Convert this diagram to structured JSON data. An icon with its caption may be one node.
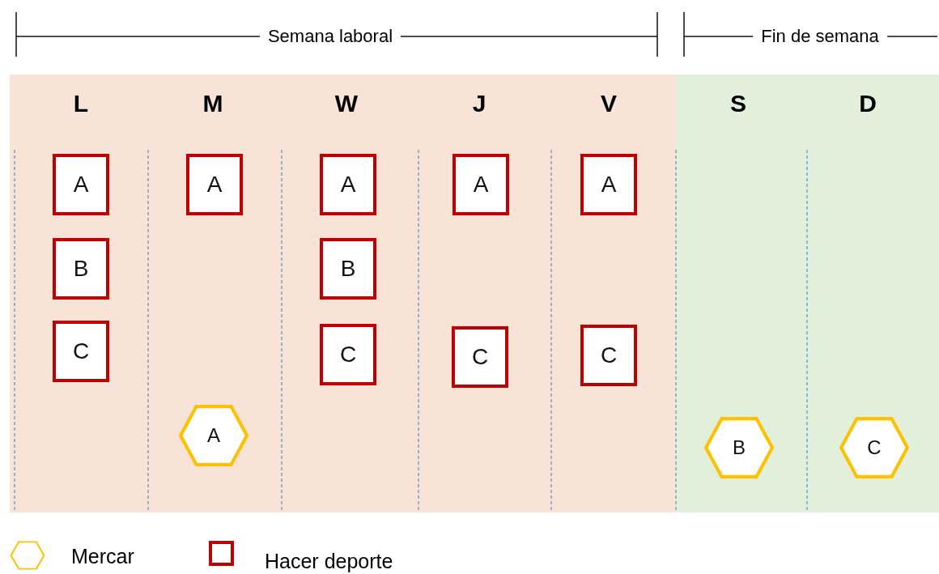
{
  "diagram": {
    "nodes": [
      {
        "text": [
          "A"
        ]
      },
      {
        "text": [
          "A"
        ]
      },
      {
        "text": [
          "A"
        ]
      },
      {
        "text": [
          "A"
        ]
      },
      {
        "text": [
          "A"
        ]
      },
      {
        "text": [
          "B"
        ]
      },
      {
        "text": [
          "B"
        ]
      },
      {
        "text": [
          "C"
        ]
      },
      {
        "text": [
          "C"
        ]
      },
      {
        "text": [
          "C"
        ]
      },
      {
        "text": [
          "C"
        ]
      },
      {
        "text": [
          "A"
        ]
      },
      {
        "text": [
          "B"
        ]
      },
      {
        "text": [
          "C"
        ]
      }
    ],
    "labels": [
      "Semana laboral",
      "Fin de semana",
      "L",
      "M",
      "W",
      "J",
      "V",
      "S",
      "D"
    ],
    "legend": [
      {
        "text": "Mercar"
      },
      {
        "text": "Hacer deporte"
      }
    ]
  }
}
